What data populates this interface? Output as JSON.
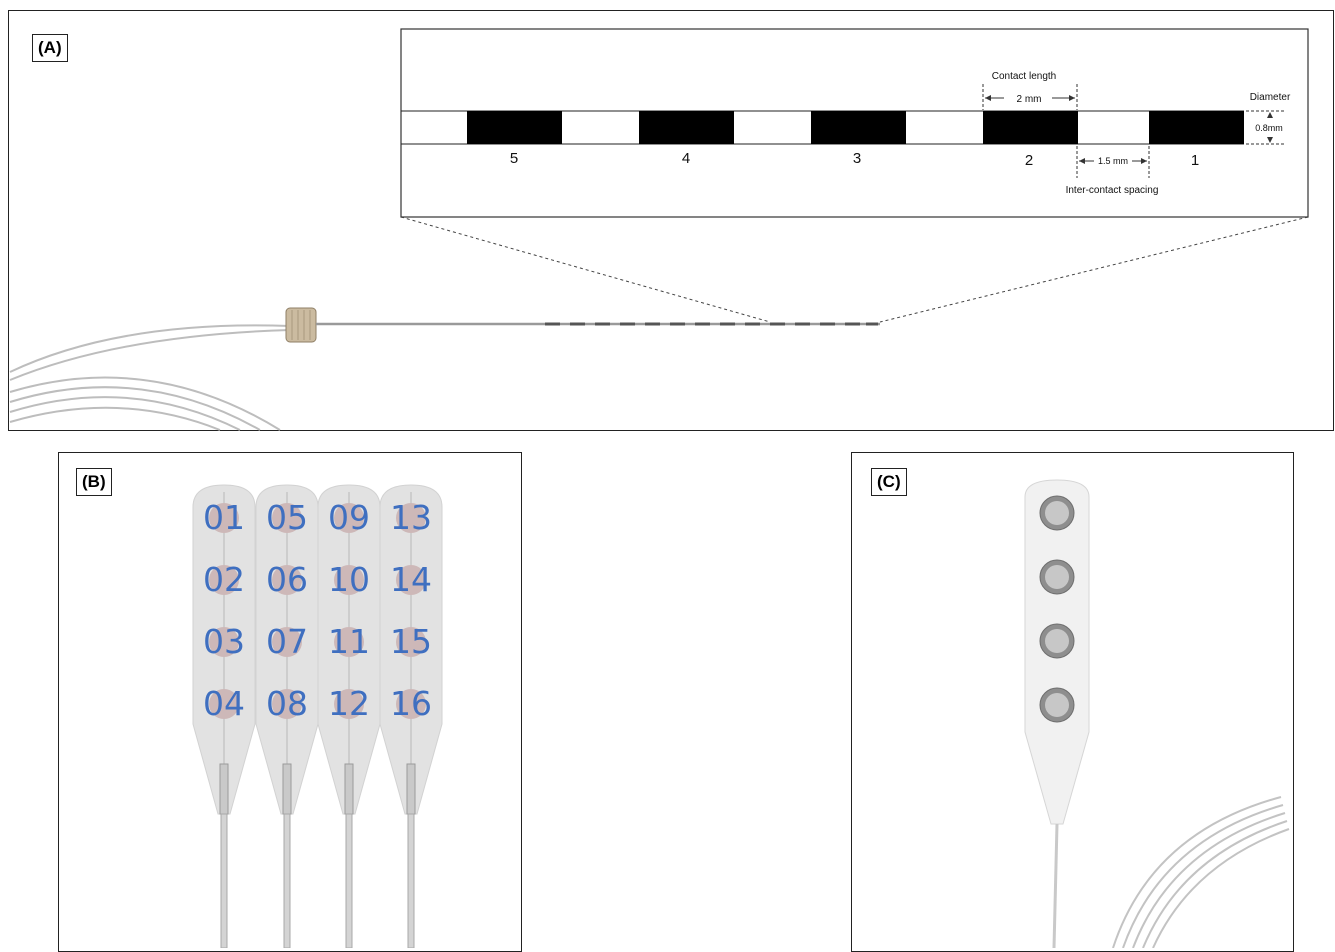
{
  "panels": {
    "a": {
      "label": "(A)"
    },
    "b": {
      "label": "(B)"
    },
    "c": {
      "label": "(C)"
    }
  },
  "depth_electrode": {
    "contact_numbers": [
      "5",
      "4",
      "3",
      "2",
      "1"
    ],
    "contact_length_title": "Contact length",
    "contact_length_value": "2 mm",
    "spacing_value": "1.5 mm",
    "spacing_title": "Inter-contact spacing",
    "diameter_title": "Diameter",
    "diameter_value": "0.8mm"
  },
  "grid_electrode": {
    "contacts": [
      "01",
      "05",
      "09",
      "13",
      "02",
      "06",
      "10",
      "14",
      "03",
      "07",
      "11",
      "15",
      "04",
      "08",
      "12",
      "16"
    ],
    "number_color": "#3f6fc0",
    "contact_color": "#cdb8b8",
    "paddle_color": "#e2e2e2"
  },
  "strip_electrode": {
    "contact_count": 4
  }
}
